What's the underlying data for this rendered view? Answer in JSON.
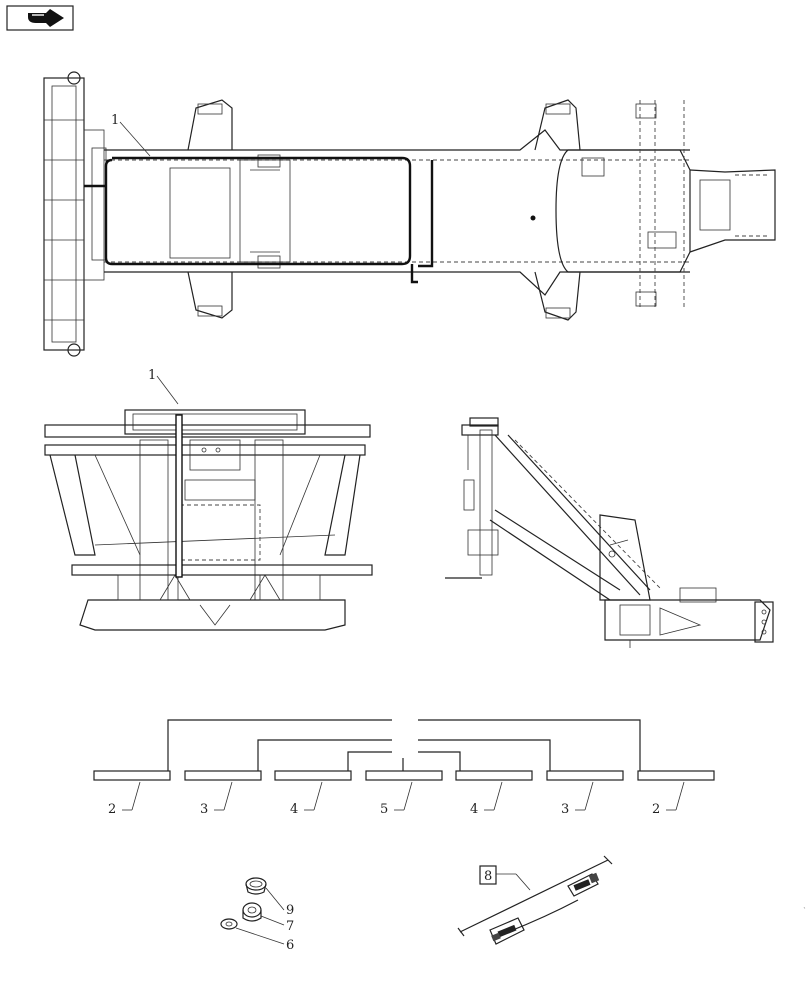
{
  "nav_icon": "arrow-right-icon",
  "callouts": {
    "top_view_1": "1",
    "front_view_1": "1",
    "harness_left_2": "2",
    "harness_left_3": "3",
    "harness_left_4": "4",
    "harness_center_5": "5",
    "harness_right_4": "4",
    "harness_right_3": "3",
    "harness_right_2": "2",
    "part_9": "9",
    "part_7": "7",
    "part_6": "6",
    "part_8": "8"
  }
}
